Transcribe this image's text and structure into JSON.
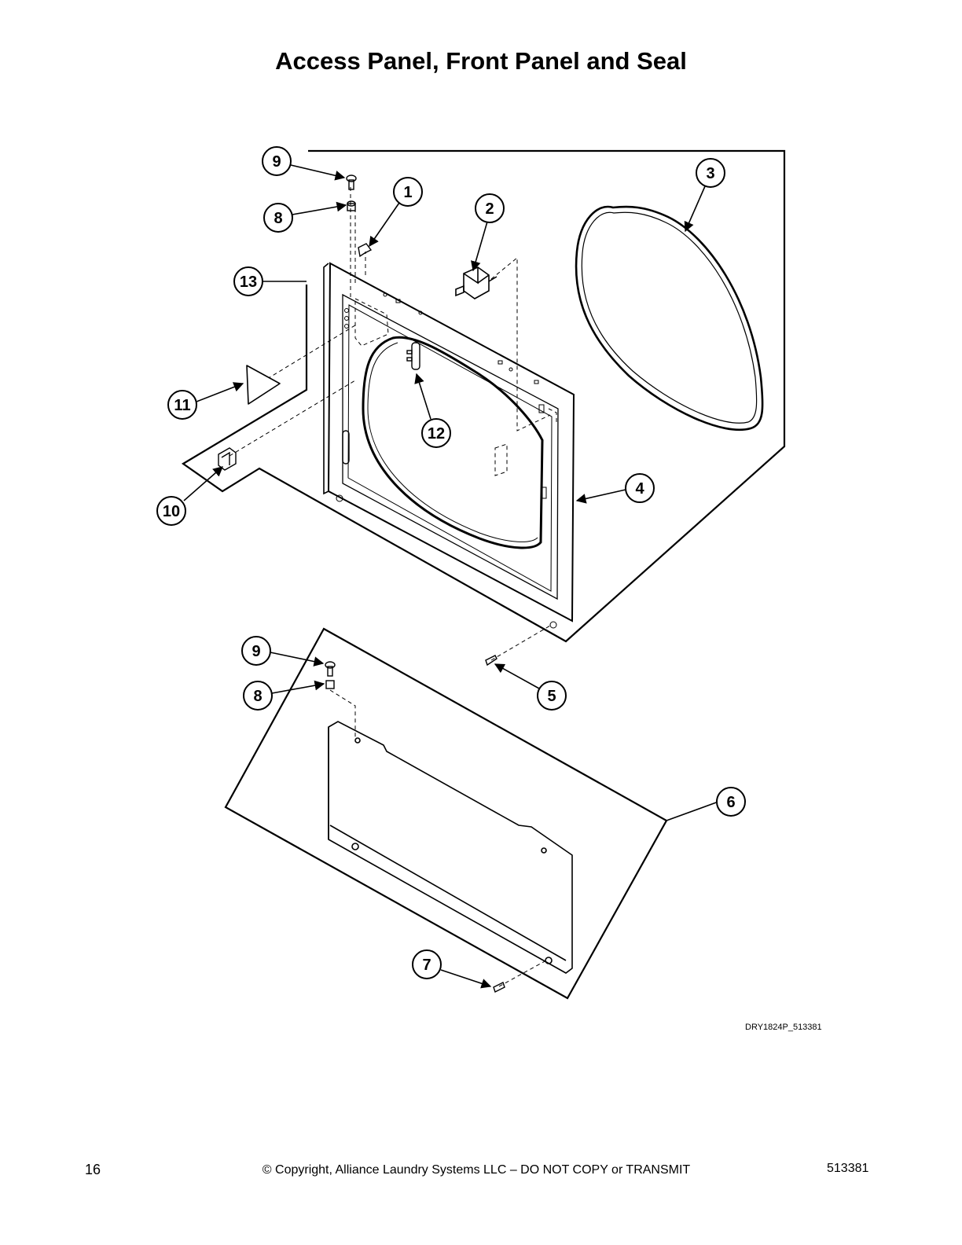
{
  "title": "Access Panel, Front Panel and Seal",
  "figure_code": "DRY1824P_513381",
  "footer": {
    "page_number": "16",
    "copyright": "© Copyright, Alliance Laundry Systems LLC – DO NOT COPY or TRANSMIT",
    "doc_number": "513381"
  },
  "callouts": {
    "c1": "1",
    "c2": "2",
    "c3": "3",
    "c4": "4",
    "c5": "5",
    "c6": "6",
    "c7": "7",
    "c8a": "8",
    "c8b": "8",
    "c9a": "9",
    "c9b": "9",
    "c10": "10",
    "c11": "11",
    "c12": "12",
    "c13": "13"
  },
  "colors": {
    "line": "#000000",
    "background": "#ffffff"
  }
}
